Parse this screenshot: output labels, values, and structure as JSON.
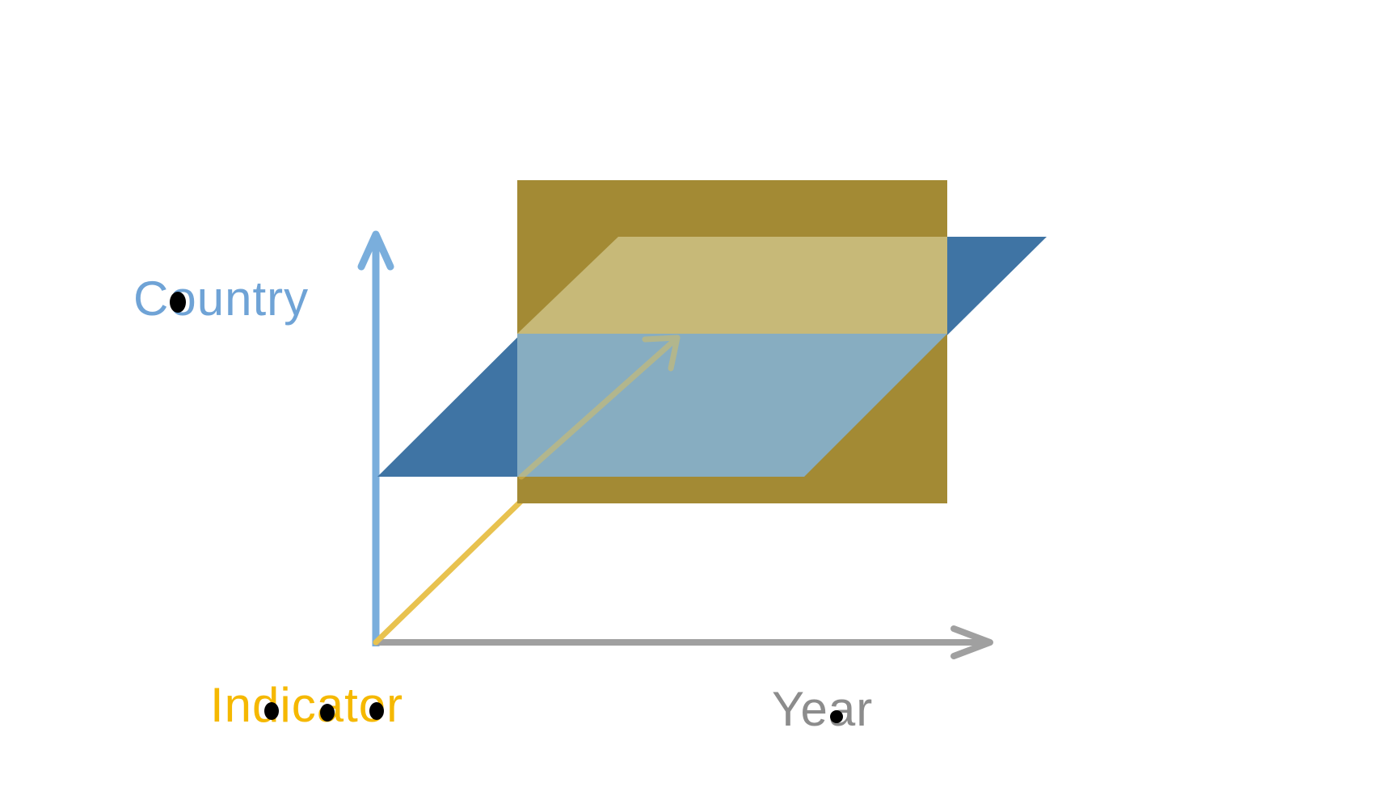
{
  "labels": {
    "country": "Country",
    "indicator": "Indicator",
    "year": "Year"
  },
  "colors": {
    "country_axis": "#7AAEDC",
    "indicator_axis": "#E8C24F",
    "year_axis": "#A0A0A0",
    "country_label": "#6FA3D6",
    "indicator_label": "#F5B800",
    "year_label": "#8C8C8C",
    "horizontal_plane": "#3F74A4",
    "vertical_plane": "#A38A34",
    "overlap_top": "#C7B978",
    "overlap_bottom": "#87ADC1",
    "dot": "#000000"
  }
}
